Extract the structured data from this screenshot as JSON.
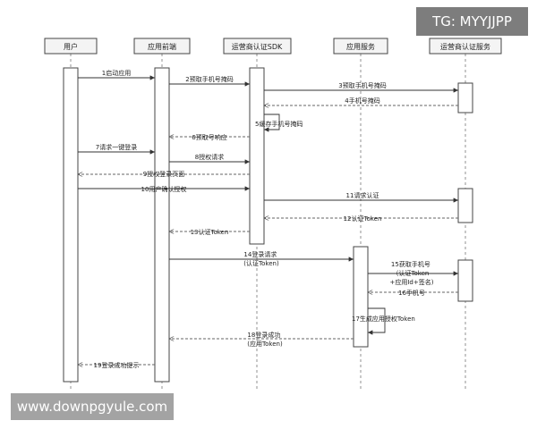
{
  "diagram": {
    "participants": [
      {
        "id": "user",
        "label": "用户"
      },
      {
        "id": "app_front",
        "label": "应用前端"
      },
      {
        "id": "sdk",
        "label": "运营商认证SDK"
      },
      {
        "id": "app_service",
        "label": "应用服务"
      },
      {
        "id": "carrier_service",
        "label": "运营商认证服务"
      }
    ],
    "messages": [
      {
        "label": "1启动应用",
        "from": "user",
        "to": "app_front",
        "style": "solid"
      },
      {
        "label": "2预取手机号掩码",
        "from": "app_front",
        "to": "sdk",
        "style": "solid"
      },
      {
        "label": "3预取手机号掩码",
        "from": "sdk",
        "to": "carrier_service",
        "style": "solid"
      },
      {
        "label": "4手机号掩码",
        "from": "carrier_service",
        "to": "sdk",
        "style": "dashed"
      },
      {
        "label": "5缓存手机号掩码",
        "from": "sdk",
        "to": "sdk",
        "style": "self"
      },
      {
        "label": "6预取号响应",
        "from": "sdk",
        "to": "app_front",
        "style": "dashed"
      },
      {
        "label": "7请求一键登录",
        "from": "user",
        "to": "app_front",
        "style": "solid"
      },
      {
        "label": "8授权请求",
        "from": "app_front",
        "to": "sdk",
        "style": "solid"
      },
      {
        "label": "9授权登录页面",
        "from": "sdk",
        "to": "user",
        "style": "dashed"
      },
      {
        "label": "10用户确认授权",
        "from": "user",
        "to": "sdk",
        "style": "solid"
      },
      {
        "label": "11请求认证",
        "from": "sdk",
        "to": "carrier_service",
        "style": "solid"
      },
      {
        "label": "12认证Token",
        "from": "carrier_service",
        "to": "sdk",
        "style": "dashed"
      },
      {
        "label": "13认证Token",
        "from": "sdk",
        "to": "app_front",
        "style": "dashed"
      },
      {
        "label": "14登录请求\n(认证Token)",
        "from": "app_front",
        "to": "app_service",
        "style": "solid"
      },
      {
        "label": "15获取手机号\n（认证Token\n+应用Id+签名)",
        "from": "app_service",
        "to": "carrier_service",
        "style": "solid"
      },
      {
        "label": "16手机号",
        "from": "carrier_service",
        "to": "app_service",
        "style": "dashed"
      },
      {
        "label": "17生成应用授权Token",
        "from": "app_service",
        "to": "app_service",
        "style": "self"
      },
      {
        "label": "18登录成功\n(应用Token)",
        "from": "app_service",
        "to": "app_front",
        "style": "dashed"
      },
      {
        "label": "19登录成功提示",
        "from": "app_front",
        "to": "user",
        "style": "dashed"
      }
    ]
  },
  "watermarks": {
    "top_right": "TG: MYYJJPP",
    "bottom_left": "www.downpgyule.com"
  },
  "colors": {
    "line": "#333333",
    "box_fill": "#f4f4f4",
    "watermark_top_bg": "#7d7d7d",
    "watermark_bottom_bg": "#a3a3a3"
  }
}
